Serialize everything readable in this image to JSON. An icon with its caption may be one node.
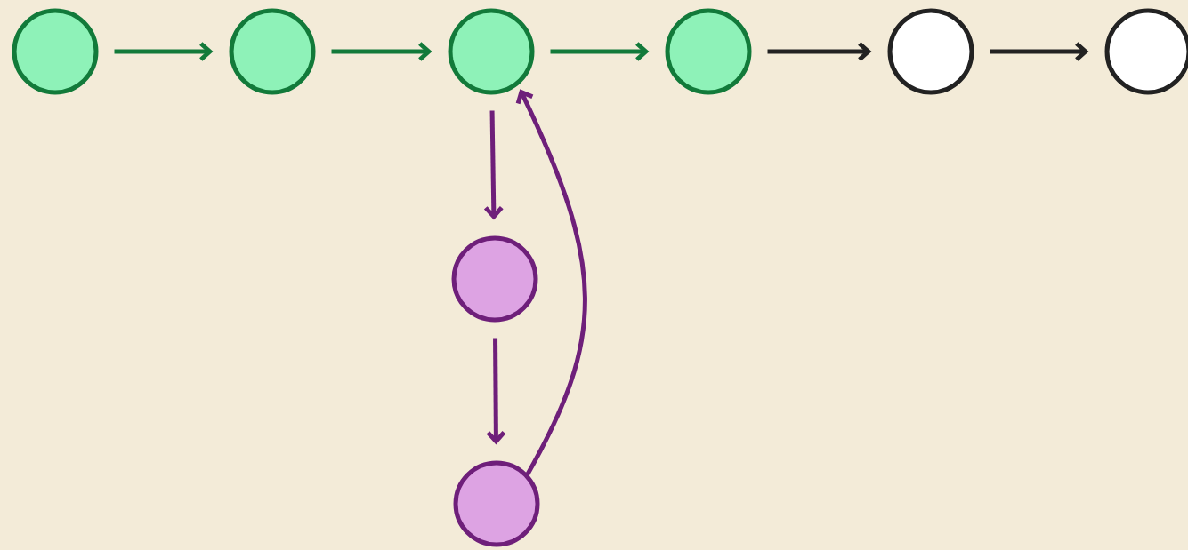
{
  "diagram": {
    "nodes": [
      {
        "text": [],
        "shape": "circle"
      },
      {
        "text": [],
        "shape": "circle"
      },
      {
        "text": [],
        "shape": "circle"
      },
      {
        "text": [],
        "shape": "circle"
      },
      {
        "text": [],
        "shape": "circle"
      },
      {
        "text": [],
        "shape": "circle"
      },
      {
        "text": [],
        "shape": "circle"
      },
      {
        "text": [],
        "shape": "circle"
      }
    ],
    "edges": [
      {
        "from": 0,
        "to": 1,
        "arrow": "to",
        "color": "#127a3a"
      },
      {
        "from": 1,
        "to": 2,
        "arrow": "to",
        "color": "#127a3a"
      },
      {
        "from": 2,
        "to": 3,
        "arrow": "to",
        "color": "#127a3a"
      },
      {
        "from": 3,
        "to": 4,
        "arrow": "to",
        "color": "#222222"
      },
      {
        "from": 4,
        "to": 5,
        "arrow": "to",
        "color": "#222222"
      },
      {
        "from": 2,
        "to": 6,
        "arrow": "to",
        "color": "#6e1f7a"
      },
      {
        "from": 6,
        "to": 7,
        "arrow": "to",
        "color": "#6e1f7a"
      },
      {
        "from": 7,
        "to": 2,
        "arrow": "to",
        "color": "#6e1f7a"
      }
    ]
  }
}
